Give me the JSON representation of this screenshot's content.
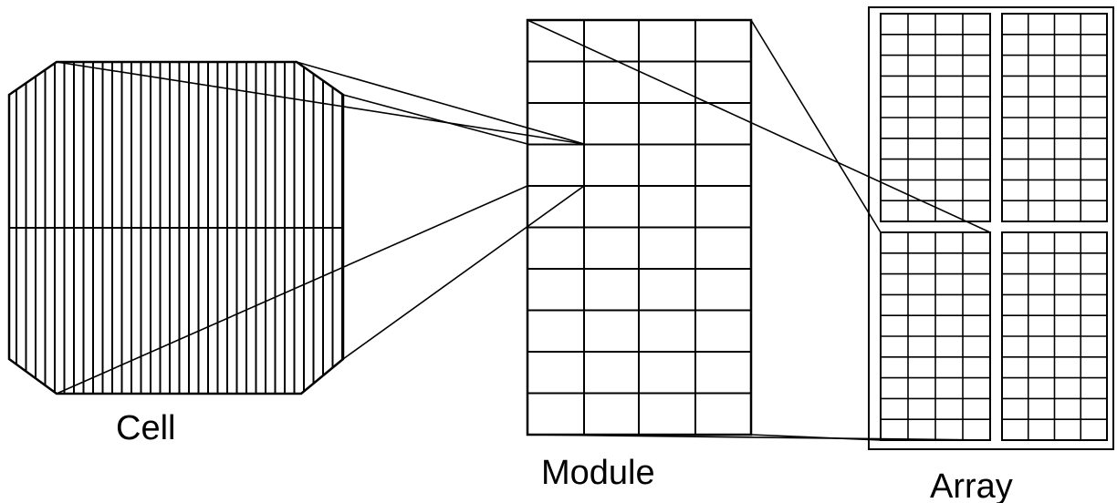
{
  "labels": {
    "cell": "Cell",
    "module": "Module",
    "array": "Array"
  },
  "colors": {
    "line": "#000000",
    "background": "#ffffff"
  }
}
